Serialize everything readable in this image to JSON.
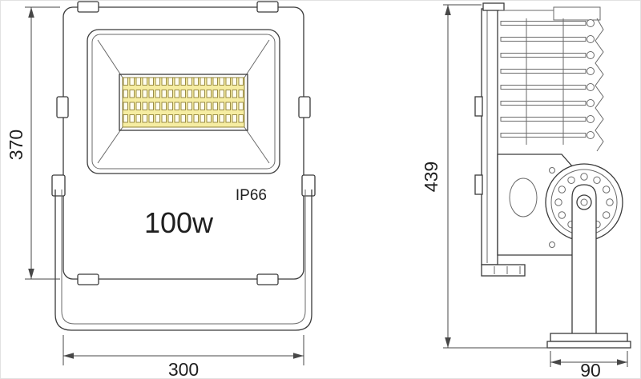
{
  "front_view": {
    "wattage_label": "100w",
    "ip_rating_label": "IP66",
    "dim_height": "370",
    "dim_width": "300"
  },
  "side_view": {
    "dim_height": "439",
    "dim_depth": "90"
  },
  "colors": {
    "line": "#3a3a3a",
    "led_panel": "#f6eda2",
    "led_cell_stroke": "#8f8138"
  }
}
